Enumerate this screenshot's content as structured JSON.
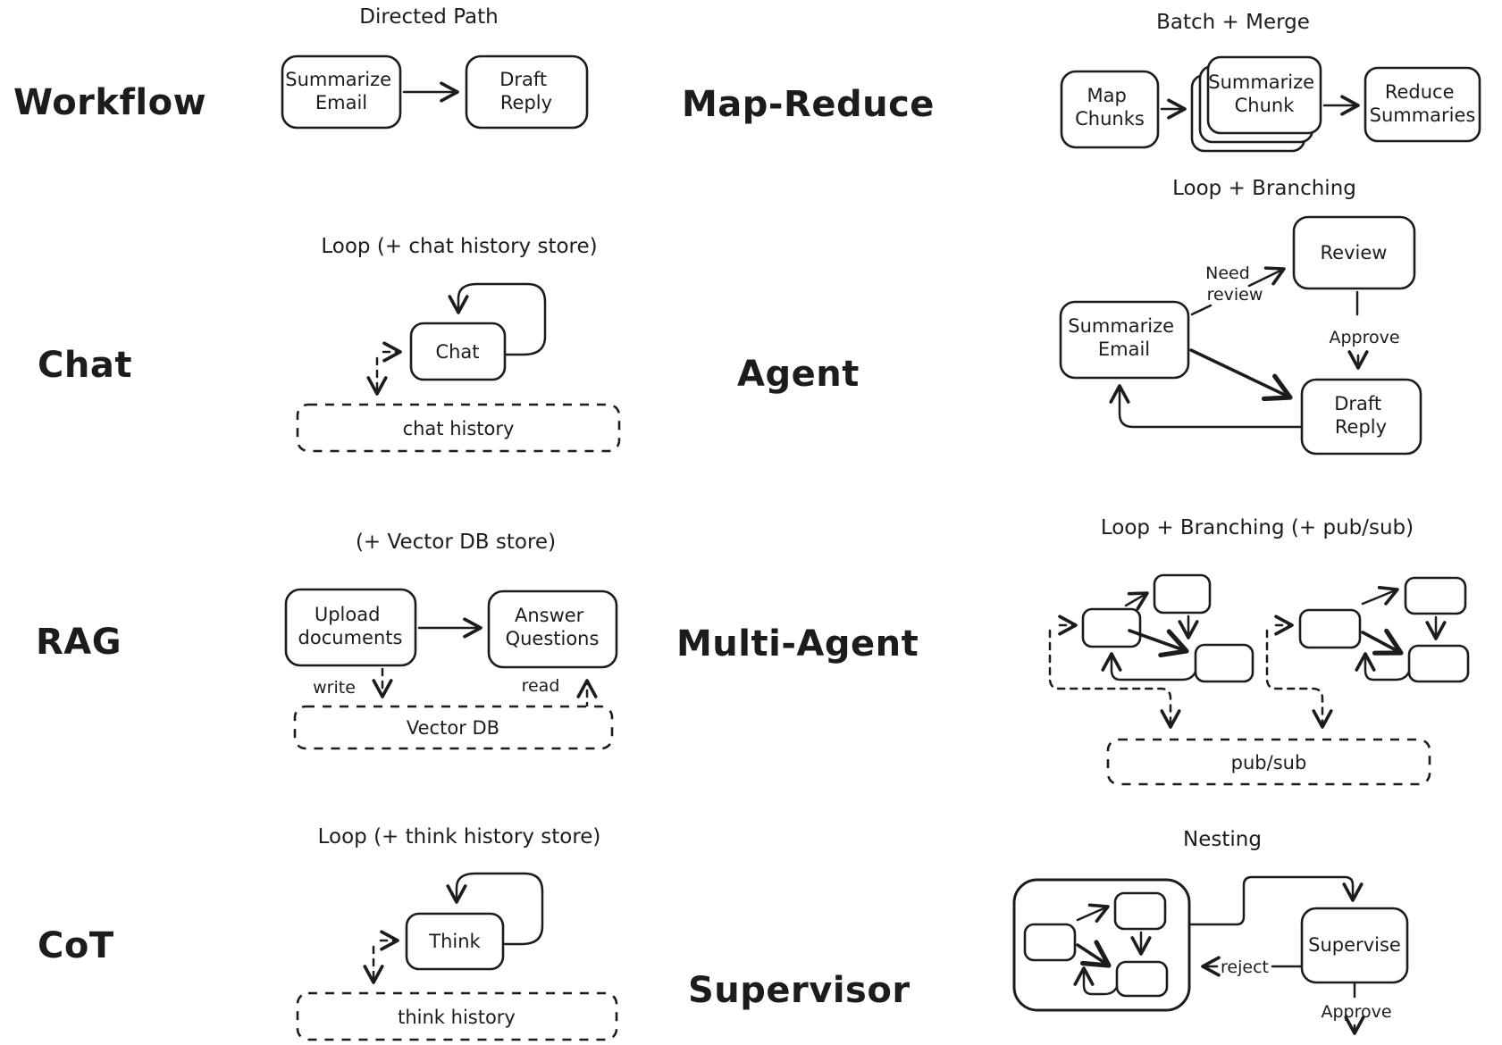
{
  "colors": {
    "ink": "#1c1c1c",
    "background": "#ffffff"
  },
  "sections": {
    "workflow": {
      "label": "Workflow",
      "title": "Directed Path",
      "node1_l1": "Summarize",
      "node1_l2": "Email",
      "node2_l1": "Draft",
      "node2_l2": "Reply"
    },
    "map_reduce": {
      "label": "Map-Reduce",
      "title": "Batch + Merge",
      "node1_l1": "Map",
      "node1_l2": "Chunks",
      "node2_l1": "Summarize",
      "node2_l2": "Chunk",
      "node3_l1": "Reduce",
      "node3_l2": "Summaries"
    },
    "chat": {
      "label": "Chat",
      "title": "Loop (+ chat history store)",
      "node": "Chat",
      "store": "chat history"
    },
    "agent": {
      "label": "Agent",
      "title": "Loop + Branching",
      "node1_l1": "Summarize",
      "node1_l2": "Email",
      "node2": "Review",
      "node3_l1": "Draft",
      "node3_l2": "Reply",
      "edge_need_l1": "Need",
      "edge_need_l2": "review",
      "edge_approve": "Approve"
    },
    "rag": {
      "label": "RAG",
      "title": "(+ Vector DB store)",
      "node1_l1": "Upload",
      "node1_l2": "documents",
      "node2_l1": "Answer",
      "node2_l2": "Questions",
      "edge_write": "write",
      "edge_read": "read",
      "store": "Vector DB"
    },
    "multi_agent": {
      "label": "Multi-Agent",
      "title": "Loop + Branching (+ pub/sub)",
      "store": "pub/sub"
    },
    "cot": {
      "label": "CoT",
      "title": "Loop (+ think history store)",
      "node": "Think",
      "store": "think history"
    },
    "supervisor": {
      "label": "Supervisor",
      "title": "Nesting",
      "node": "Supervise",
      "edge_reject": "reject",
      "edge_approve": "Approve"
    }
  }
}
